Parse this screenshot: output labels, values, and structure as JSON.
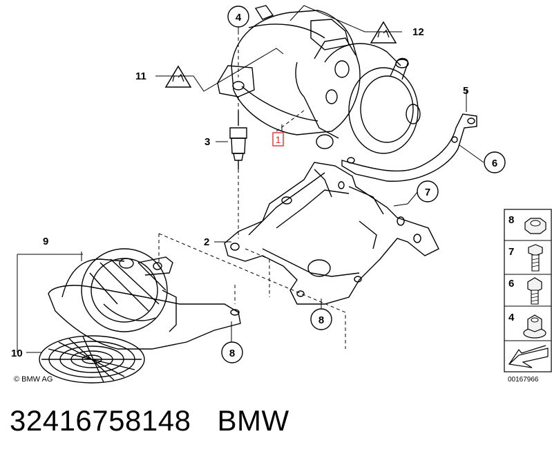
{
  "diagram": {
    "callouts": {
      "c1": "1",
      "c2": "2",
      "c3": "3",
      "c4": "4",
      "c5": "5",
      "c6": "6",
      "c7": "7",
      "c8a": "8",
      "c8b": "8",
      "c9": "9",
      "c10": "10",
      "c11": "11",
      "c12": "12"
    },
    "legend": {
      "l8": "8",
      "l7": "7",
      "l6": "6",
      "l4": "4"
    },
    "copyright": "© BMW AG",
    "document_number": "00167966"
  },
  "footer": {
    "part_number": "32416758148",
    "brand": "BMW"
  },
  "colors": {
    "highlight": "#e0302c",
    "line": "#000000"
  }
}
